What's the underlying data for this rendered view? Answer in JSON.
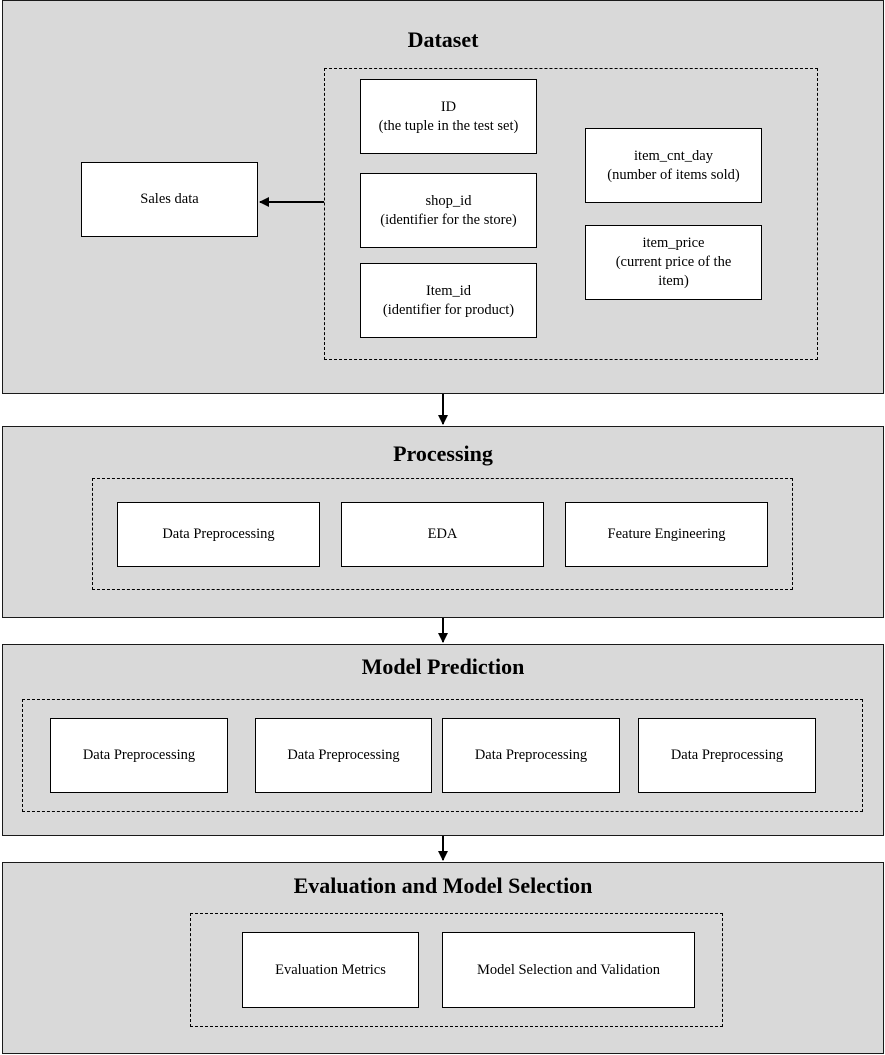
{
  "dataset": {
    "title": "Dataset",
    "sales_data": "Sales data",
    "fields": [
      {
        "name": "ID",
        "desc": "(the tuple in the test set)"
      },
      {
        "name": "shop_id",
        "desc": "(identifier for the store)"
      },
      {
        "name": "Item_id",
        "desc": "(identifier for product)"
      },
      {
        "name": "item_cnt_day",
        "desc": "(number of items sold)"
      },
      {
        "name": "item_price",
        "desc_line1": "(current price of the",
        "desc_line2": "item)"
      }
    ]
  },
  "processing": {
    "title": "Processing",
    "steps": [
      "Data Preprocessing",
      "EDA",
      "Feature Engineering"
    ]
  },
  "model_prediction": {
    "title": "Model Prediction",
    "steps": [
      "Data Preprocessing",
      "Data Preprocessing",
      "Data Preprocessing",
      "Data Preprocessing"
    ]
  },
  "evaluation": {
    "title": "Evaluation and Model Selection",
    "steps": [
      "Evaluation Metrics",
      "Model Selection and Validation"
    ]
  }
}
